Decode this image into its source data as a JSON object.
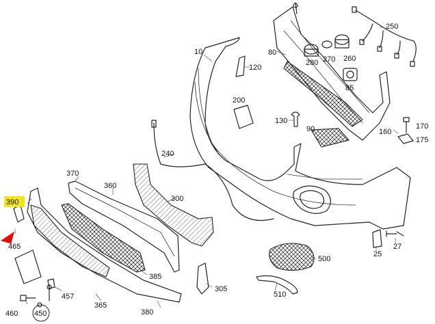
{
  "callouts": {
    "c10": "10",
    "c80": "80",
    "c120": "120",
    "c200": "200",
    "c250": "250",
    "c270": "270",
    "c260": "260",
    "c280": "280",
    "c85": "85",
    "c130": "130",
    "c90": "90",
    "c160": "160",
    "c170": "170",
    "c175": "175",
    "c240": "240",
    "c370": "370",
    "c360": "360",
    "c300": "300",
    "c390": "390",
    "c465": "465",
    "c385": "385",
    "c380": "380",
    "c365": "365",
    "c457": "457",
    "c460": "460",
    "c450": "450",
    "c305": "305",
    "c500": "500",
    "c510": "510",
    "c25": "25",
    "c27": "27"
  },
  "highlight": {
    "color": "#f2e51e",
    "marker_color": "#e01010"
  }
}
